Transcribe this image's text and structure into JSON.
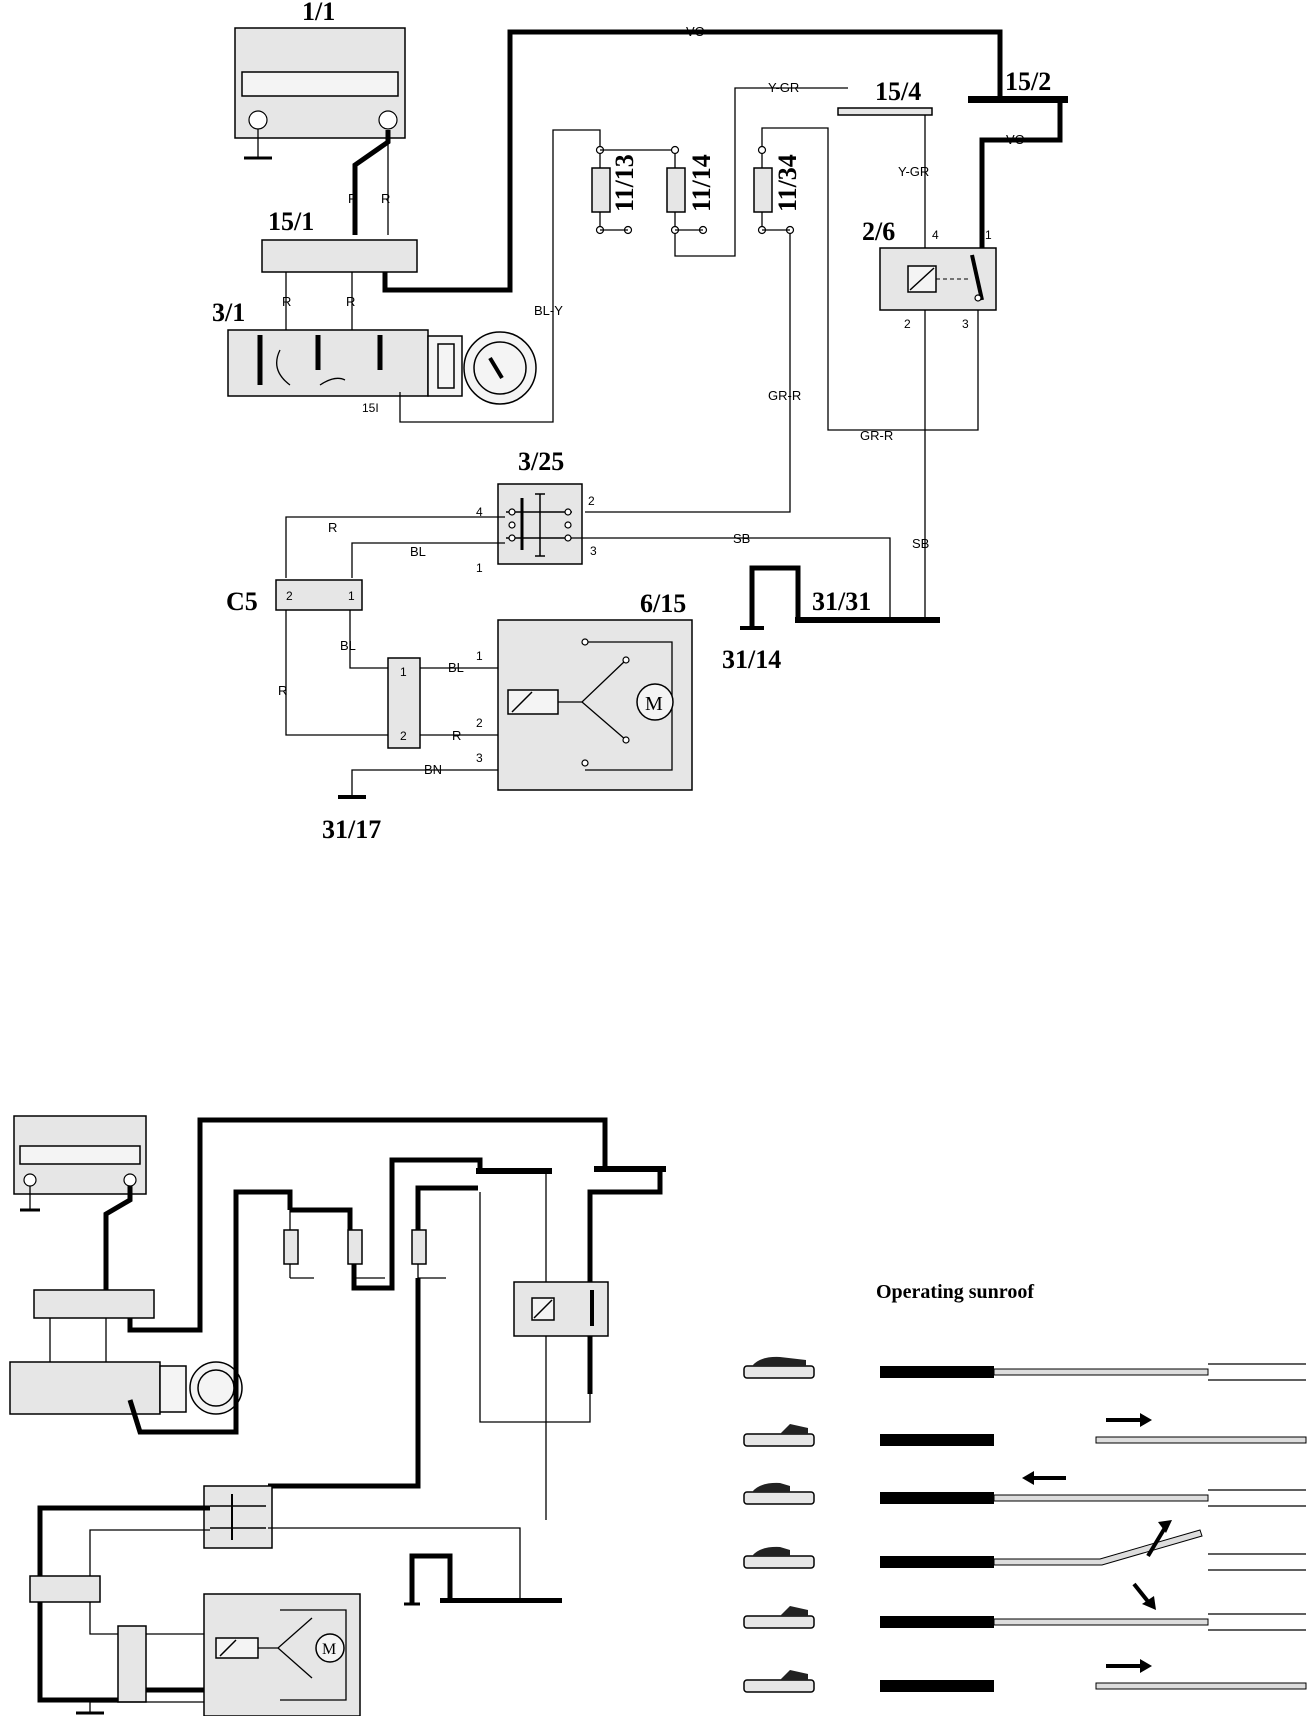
{
  "components": {
    "battery": "1/1",
    "fuse_box_top": "15/1",
    "ignition_switch": "3/1",
    "ignition_terminal": "15I",
    "fuse_a": "11/13",
    "fuse_b": "11/14",
    "fuse_c": "11/34",
    "bus_15_4": "15/4",
    "bus_15_2": "15/2",
    "relay": "2/6",
    "sunroof_switch": "3/25",
    "connector": "C5",
    "sunroof_motor": "6/15",
    "ground_31_31": "31/31",
    "ground_31_14": "31/14",
    "ground_31_17": "31/17"
  },
  "wires": {
    "vo_top": "VO",
    "vo_right": "VO",
    "r1": "R",
    "r2": "R",
    "r3": "R",
    "r4": "R",
    "bl_y": "BL-Y",
    "y_gr_top": "Y-GR",
    "y_gr_mid": "Y-GR",
    "gr_r_left": "GR-R",
    "gr_r_right": "GR-R",
    "r_switch": "R",
    "bl_switch": "BL",
    "sb_left": "SB",
    "sb_right": "SB",
    "bl_c5": "BL",
    "r_c5": "R",
    "bl_motor": "BL",
    "r_motor": "R",
    "bn_motor": "BN"
  },
  "pins": {
    "relay": [
      "4",
      "1",
      "2",
      "3"
    ],
    "switch": [
      "4",
      "2",
      "1",
      "3"
    ],
    "c5": [
      "2",
      "1"
    ],
    "conn_small": [
      "1",
      "2"
    ],
    "motor": [
      "1",
      "2",
      "3"
    ],
    "motor_symbol": "M"
  },
  "sunroof": {
    "title": "Operating sunroof",
    "states": [
      "closed",
      "opening",
      "closing",
      "tilting-up",
      "tilting-down",
      "sliding"
    ]
  }
}
